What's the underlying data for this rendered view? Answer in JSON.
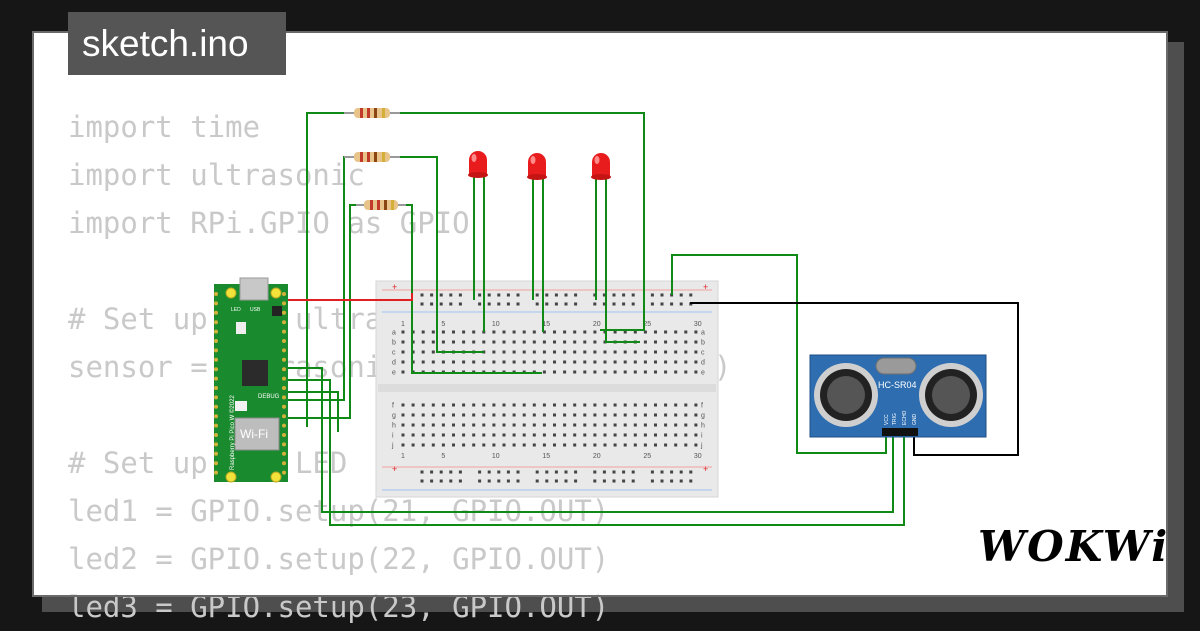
{
  "file_tab": {
    "label": "sketch.ino"
  },
  "code_lines": [
    "import time",
    "import ultrasonic",
    "import RPi.GPIO as GPIO",
    "",
    "# Set up the ultrasonic sensor",
    "sensor = ultrasonic.Ultrasonic(18, 17)",
    "",
    "# Set up the LED",
    "led1 = GPIO.setup(21, GPIO.OUT)",
    "led2 = GPIO.setup(22, GPIO.OUT)",
    "led3 = GPIO.setup(23, GPIO.OUT)"
  ],
  "breadboard": {
    "column_labels": [
      "1",
      "5",
      "10",
      "15",
      "20",
      "25",
      "30"
    ],
    "row_labels_top": [
      "a",
      "b",
      "c",
      "d",
      "e"
    ],
    "row_labels_bottom": [
      "f",
      "g",
      "h",
      "i",
      "j"
    ]
  },
  "pico": {
    "model_text": "Raspberry Pi Pico W ©2022",
    "debug_label": "DEBUG",
    "wifi_label": "Wi-Fi",
    "led_label": "LED",
    "usb_label": "USB"
  },
  "sensor": {
    "model": "HC-SR04",
    "pins": [
      "VCC",
      "TRIG",
      "ECHO",
      "GND"
    ]
  },
  "logo": {
    "text": "WOKWi"
  },
  "colors": {
    "background": "#161616",
    "card": "#ffffff",
    "code_text": "#c9c9c9",
    "tab_bg": "#555555",
    "wire_green": "#0f8a16",
    "wire_red": "#e02020",
    "wire_black": "#000000",
    "led_red": "#e81c1c",
    "pico_green": "#1a8a2e",
    "sensor_blue": "#2d6db0"
  }
}
